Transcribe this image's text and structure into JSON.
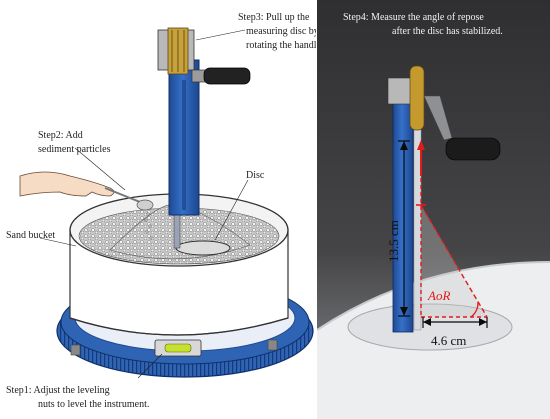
{
  "diagram": {
    "left_panel": {
      "step1_line1": "Step1:  Adjust the leveling",
      "step1_line2": "nuts to level the instrument.",
      "step2_line1": "Step2:  Add",
      "step2_line2": "sediment particles",
      "step3_line1": "Step3:  Pull up the",
      "step3_line2": "measuring disc by",
      "step3_line3": "rotating the handle.",
      "sand_bucket": "Sand bucket",
      "disc": "Disc"
    },
    "right_panel": {
      "step4_line1": "Step4:  Measure the angle of repose",
      "step4_line2": "after the disc has stabilized.",
      "height_label": "13.5 cm",
      "width_label": "4.6 cm",
      "angle_label": "AoR"
    },
    "colors": {
      "frame_blue": "#2f63b4",
      "annotation_red": "#e31a1a",
      "photo_bg": "#3c3c3e"
    }
  }
}
